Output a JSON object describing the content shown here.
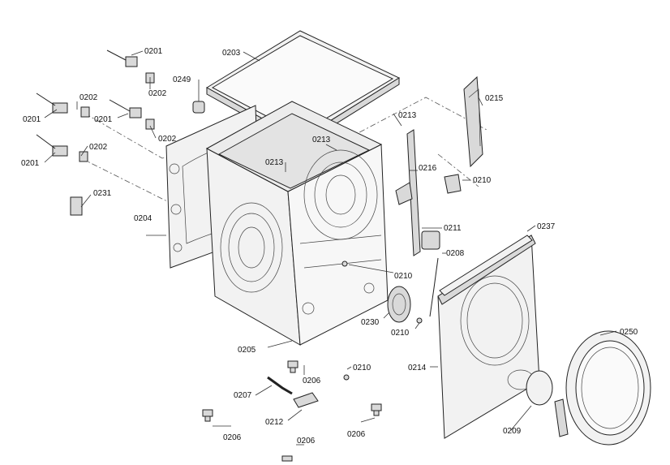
{
  "labels": {
    "p0201a": "0201",
    "p0201b": "0201",
    "p0201c": "0201",
    "p0201d": "0201",
    "p0202a": "0202",
    "p0202b": "0202",
    "p0202c": "0202",
    "p0202d": "0202",
    "p0203": "0203",
    "p0204": "0204",
    "p0205": "0205",
    "p0206a": "0206",
    "p0206b": "0206",
    "p0206c": "0206",
    "p0206d": "0206",
    "p0207": "0207",
    "p0208": "0208",
    "p0209": "0209",
    "p0210a": "0210",
    "p0210b": "0210",
    "p0210c": "0210",
    "p0210d": "0210",
    "p0211": "0211",
    "p0212": "0212",
    "p0213a": "0213",
    "p0213b": "0213",
    "p0213c": "0213",
    "p0214": "0214",
    "p0215": "0215",
    "p0216": "0216",
    "p0230": "0230",
    "p0231": "0231",
    "p0237": "0237",
    "p0249": "0249",
    "p0250": "0250"
  }
}
